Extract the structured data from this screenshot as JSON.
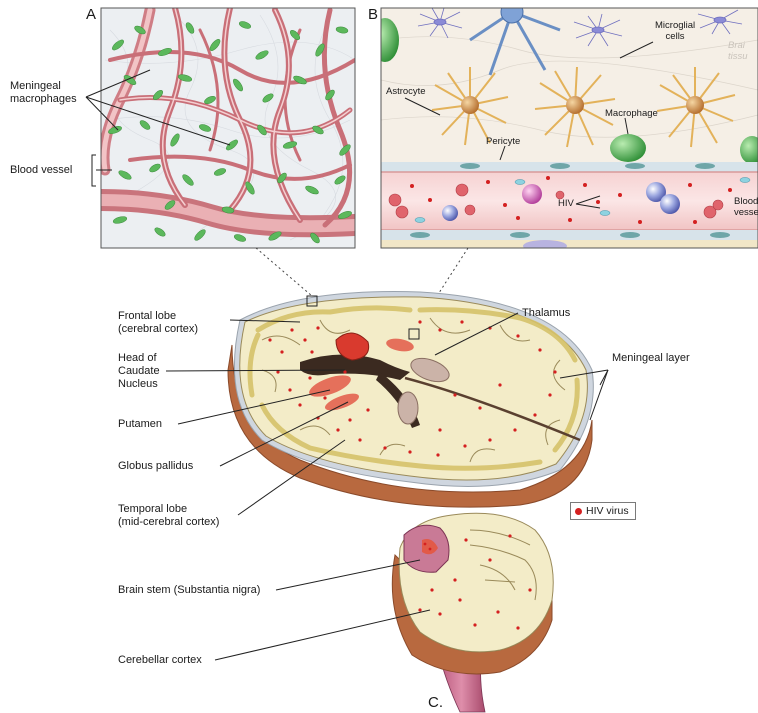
{
  "panels": {
    "a": "A",
    "b": "B",
    "c": "C."
  },
  "panel_a_labels": {
    "meningeal_macrophages": [
      "Meningeal",
      "macrophages"
    ],
    "blood_vessel": "Blood vessel"
  },
  "panel_b_labels": {
    "astrocyte": "Astrocyte",
    "microglial_cells": [
      "Microglial",
      "cells"
    ],
    "pericyte": "Pericyte",
    "macrophage": "Macrophage",
    "hiv": "HIV",
    "blood_vessel_partial": [
      "Blood",
      "vessel"
    ],
    "brain_tissue_partial": [
      "Brai",
      "tissu"
    ]
  },
  "brain_labels": {
    "frontal_lobe": [
      "Frontal lobe",
      "(cerebral cortex)"
    ],
    "head_of_caudate": [
      "Head of",
      "Caudate",
      "Nucleus"
    ],
    "putamen": "Putamen",
    "globus_pallidus": "Globus pallidus",
    "temporal_lobe": [
      "Temporal lobe",
      "(mid-cerebral cortex)"
    ],
    "thalamus": "Thalamus",
    "meningeal_layer": "Meningeal layer",
    "brain_stem": "Brain stem (Substantia nigra)",
    "cerebellar_cortex": "Cerebellar cortex"
  },
  "legend": {
    "label": "HIV virus",
    "color": "#d42020"
  },
  "colors": {
    "vessel": "#d9868c",
    "macrophage_green": "#5cb85c",
    "astrocyte": "#e3b25a",
    "cortex_beige": "#f3ecc8",
    "brain_edge": "#b8693f"
  }
}
